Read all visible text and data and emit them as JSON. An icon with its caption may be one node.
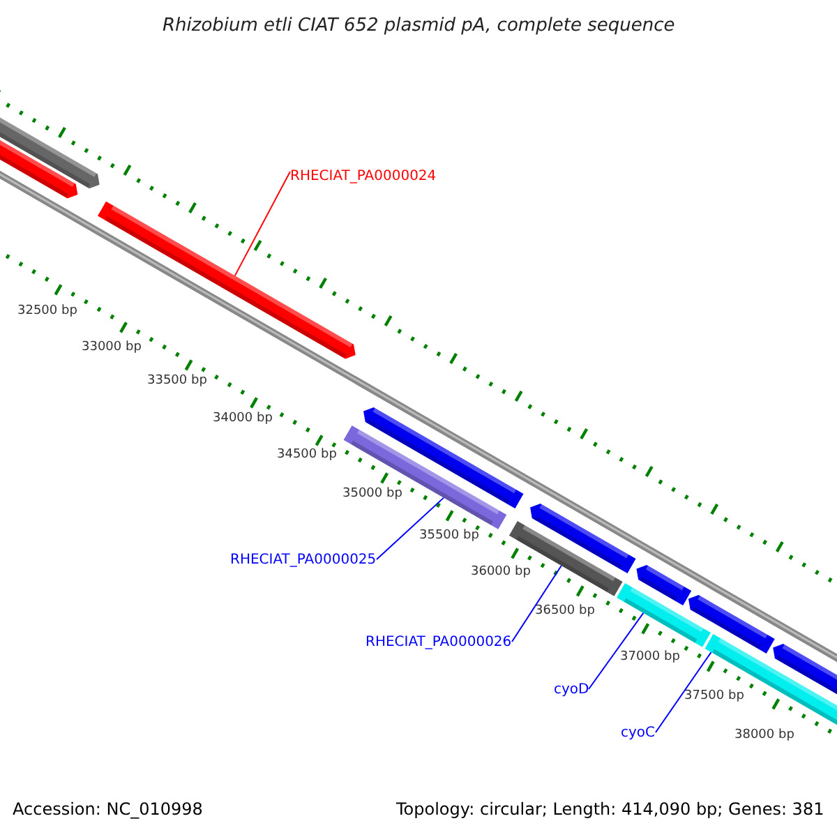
{
  "diagram": {
    "title": "Rhizobium etli CIAT 652 plasmid pA, complete sequence",
    "nodes": [
      {
        "text": [
          "RHECIAT_PA0000024"
        ]
      },
      {
        "text": [
          "RHECIAT_PA0000025"
        ]
      },
      {
        "text": [
          "RHECIAT_PA0000026"
        ]
      },
      {
        "text": [
          "cyoD"
        ]
      },
      {
        "text": [
          "cyoC"
        ]
      },
      {
        "text": [],
        "shape": "arrow"
      },
      {
        "text": [],
        "shape": "arrow"
      },
      {
        "text": [],
        "shape": "arrow"
      },
      {
        "text": [],
        "shape": "bar"
      },
      {
        "text": [],
        "shape": "arrow"
      },
      {
        "text": [],
        "shape": "bar"
      },
      {
        "text": [],
        "shape": "arrow"
      },
      {
        "text": [],
        "shape": "bar"
      },
      {
        "text": [],
        "shape": "arrow"
      },
      {
        "text": [],
        "shape": "arrow"
      },
      {
        "text": [],
        "shape": "bar"
      },
      {
        "text": [],
        "shape": "arrow"
      }
    ],
    "edges": [
      {
        "from": 0,
        "to": 7,
        "arrow": "none",
        "color": "#ff0000"
      },
      {
        "from": 1,
        "to": 8,
        "arrow": "none"
      },
      {
        "from": 2,
        "to": 10,
        "arrow": "none"
      },
      {
        "from": 3,
        "to": 12,
        "arrow": "none"
      },
      {
        "from": 4,
        "to": 15,
        "arrow": "none"
      }
    ],
    "labels": [
      "32500 bp",
      "33000 bp",
      "33500 bp",
      "34000 bp",
      "34500 bp",
      "35000 bp",
      "35500 bp",
      "36000 bp",
      "36500 bp",
      "37000 bp",
      "37500 bp",
      "38000 bp",
      "Accession: NC_010998",
      "Topology: circular; Length: 414,090 bp; Genes: 381"
    ]
  }
}
